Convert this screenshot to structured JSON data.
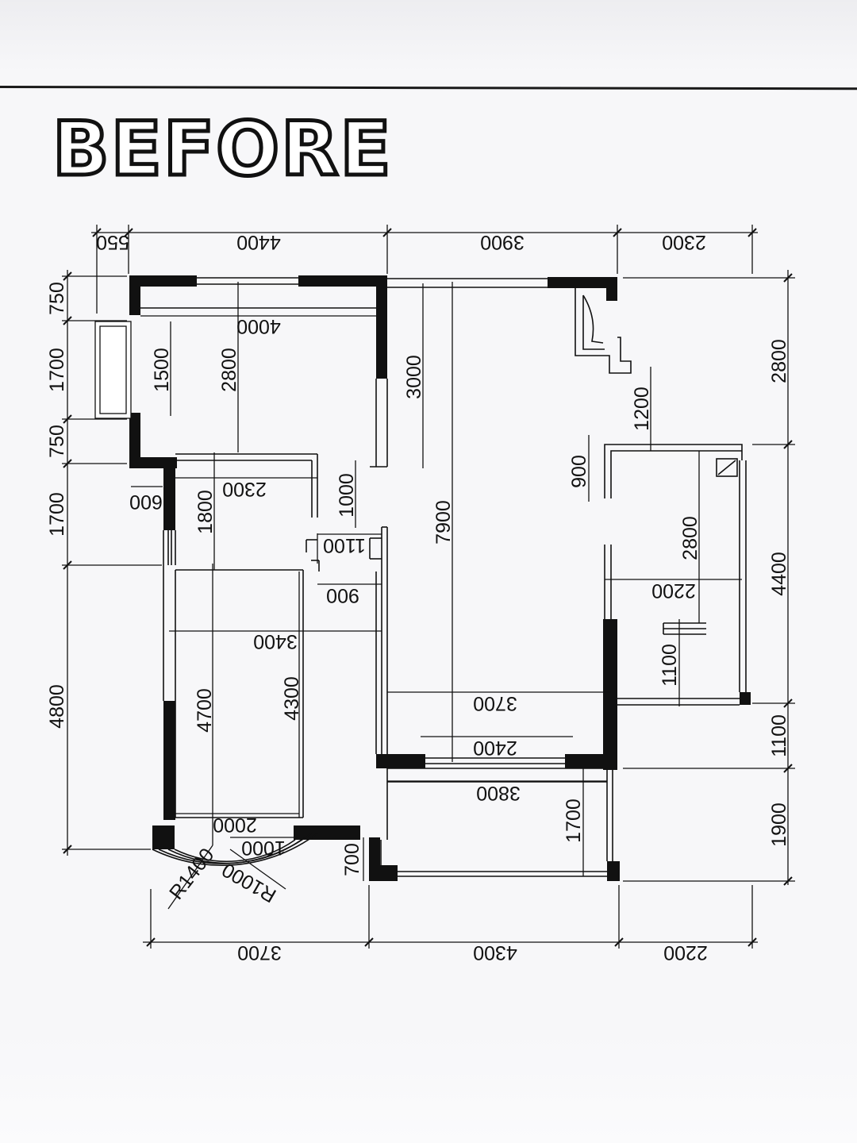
{
  "title": "BEFORE",
  "dimensions": {
    "top": [
      "550",
      "4400",
      "3900",
      "2300"
    ],
    "bottom": [
      "3700",
      "4300",
      "2200"
    ],
    "left": [
      "750",
      "1700",
      "750",
      "1700",
      "4800"
    ],
    "right": [
      "2800",
      "4400",
      "1100",
      "1900"
    ],
    "interior": {
      "bedroom_width": "4000",
      "bedroom_height": "2800",
      "bay_window": "1500",
      "living_height_upper": "3000",
      "living_height": "7900",
      "small_600": "600",
      "hall_width": "2300",
      "hall_height": "1800",
      "door_1000": "1000",
      "door_1100": "1100",
      "door_900": "900",
      "bedroom2_width": "3400",
      "bedroom2_outer": "4700",
      "bedroom2_inner": "4300",
      "bay_2000": "2000",
      "bay_1000": "1000",
      "radius_outer": "R1400",
      "radius_inner": "R1000",
      "kitchen_1200": "1200",
      "kitchen_900": "900",
      "kitchen_2800": "2800",
      "kitchen_2200": "2200",
      "kitchen_1100": "1100",
      "living_width": "3700",
      "balcony_door": "2400",
      "balcony_width": "3800",
      "balcony_depth": "1700",
      "balcony_700": "700"
    }
  }
}
